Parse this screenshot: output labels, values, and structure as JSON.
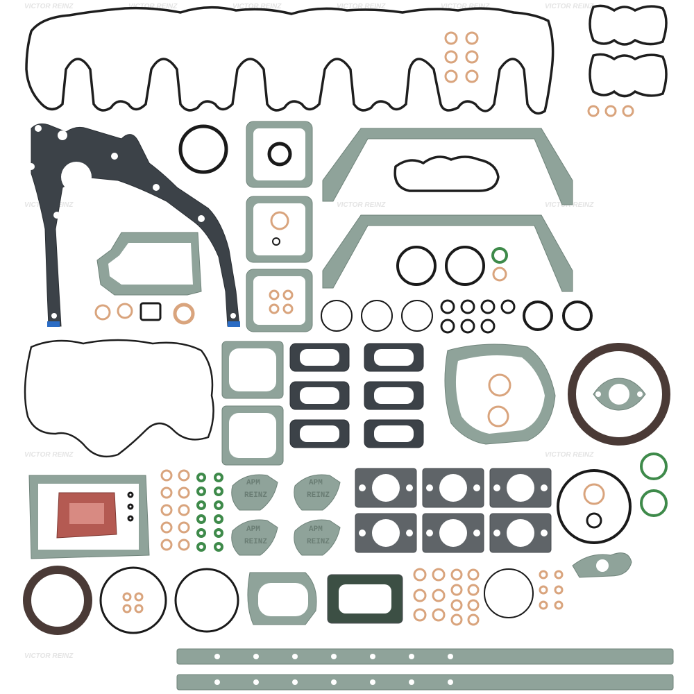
{
  "image": {
    "description": "Complete engine gasket set laid out on white background",
    "watermark_text": "VICTOR REINZ",
    "printed_text": {
      "line1": "APM",
      "line2": "REINZ"
    }
  },
  "colors": {
    "background": "#ffffff",
    "rubber_black": "#1e1e1e",
    "fiber_gasket": "#8fa39a",
    "metal_dark": "#3c4248",
    "steel_plate": "#5f6468",
    "copper_washer": "#d9a47d",
    "green_oring": "#3e8a4a",
    "seal_brown": "#4a3a36",
    "red_gasket": "#b45a52"
  }
}
